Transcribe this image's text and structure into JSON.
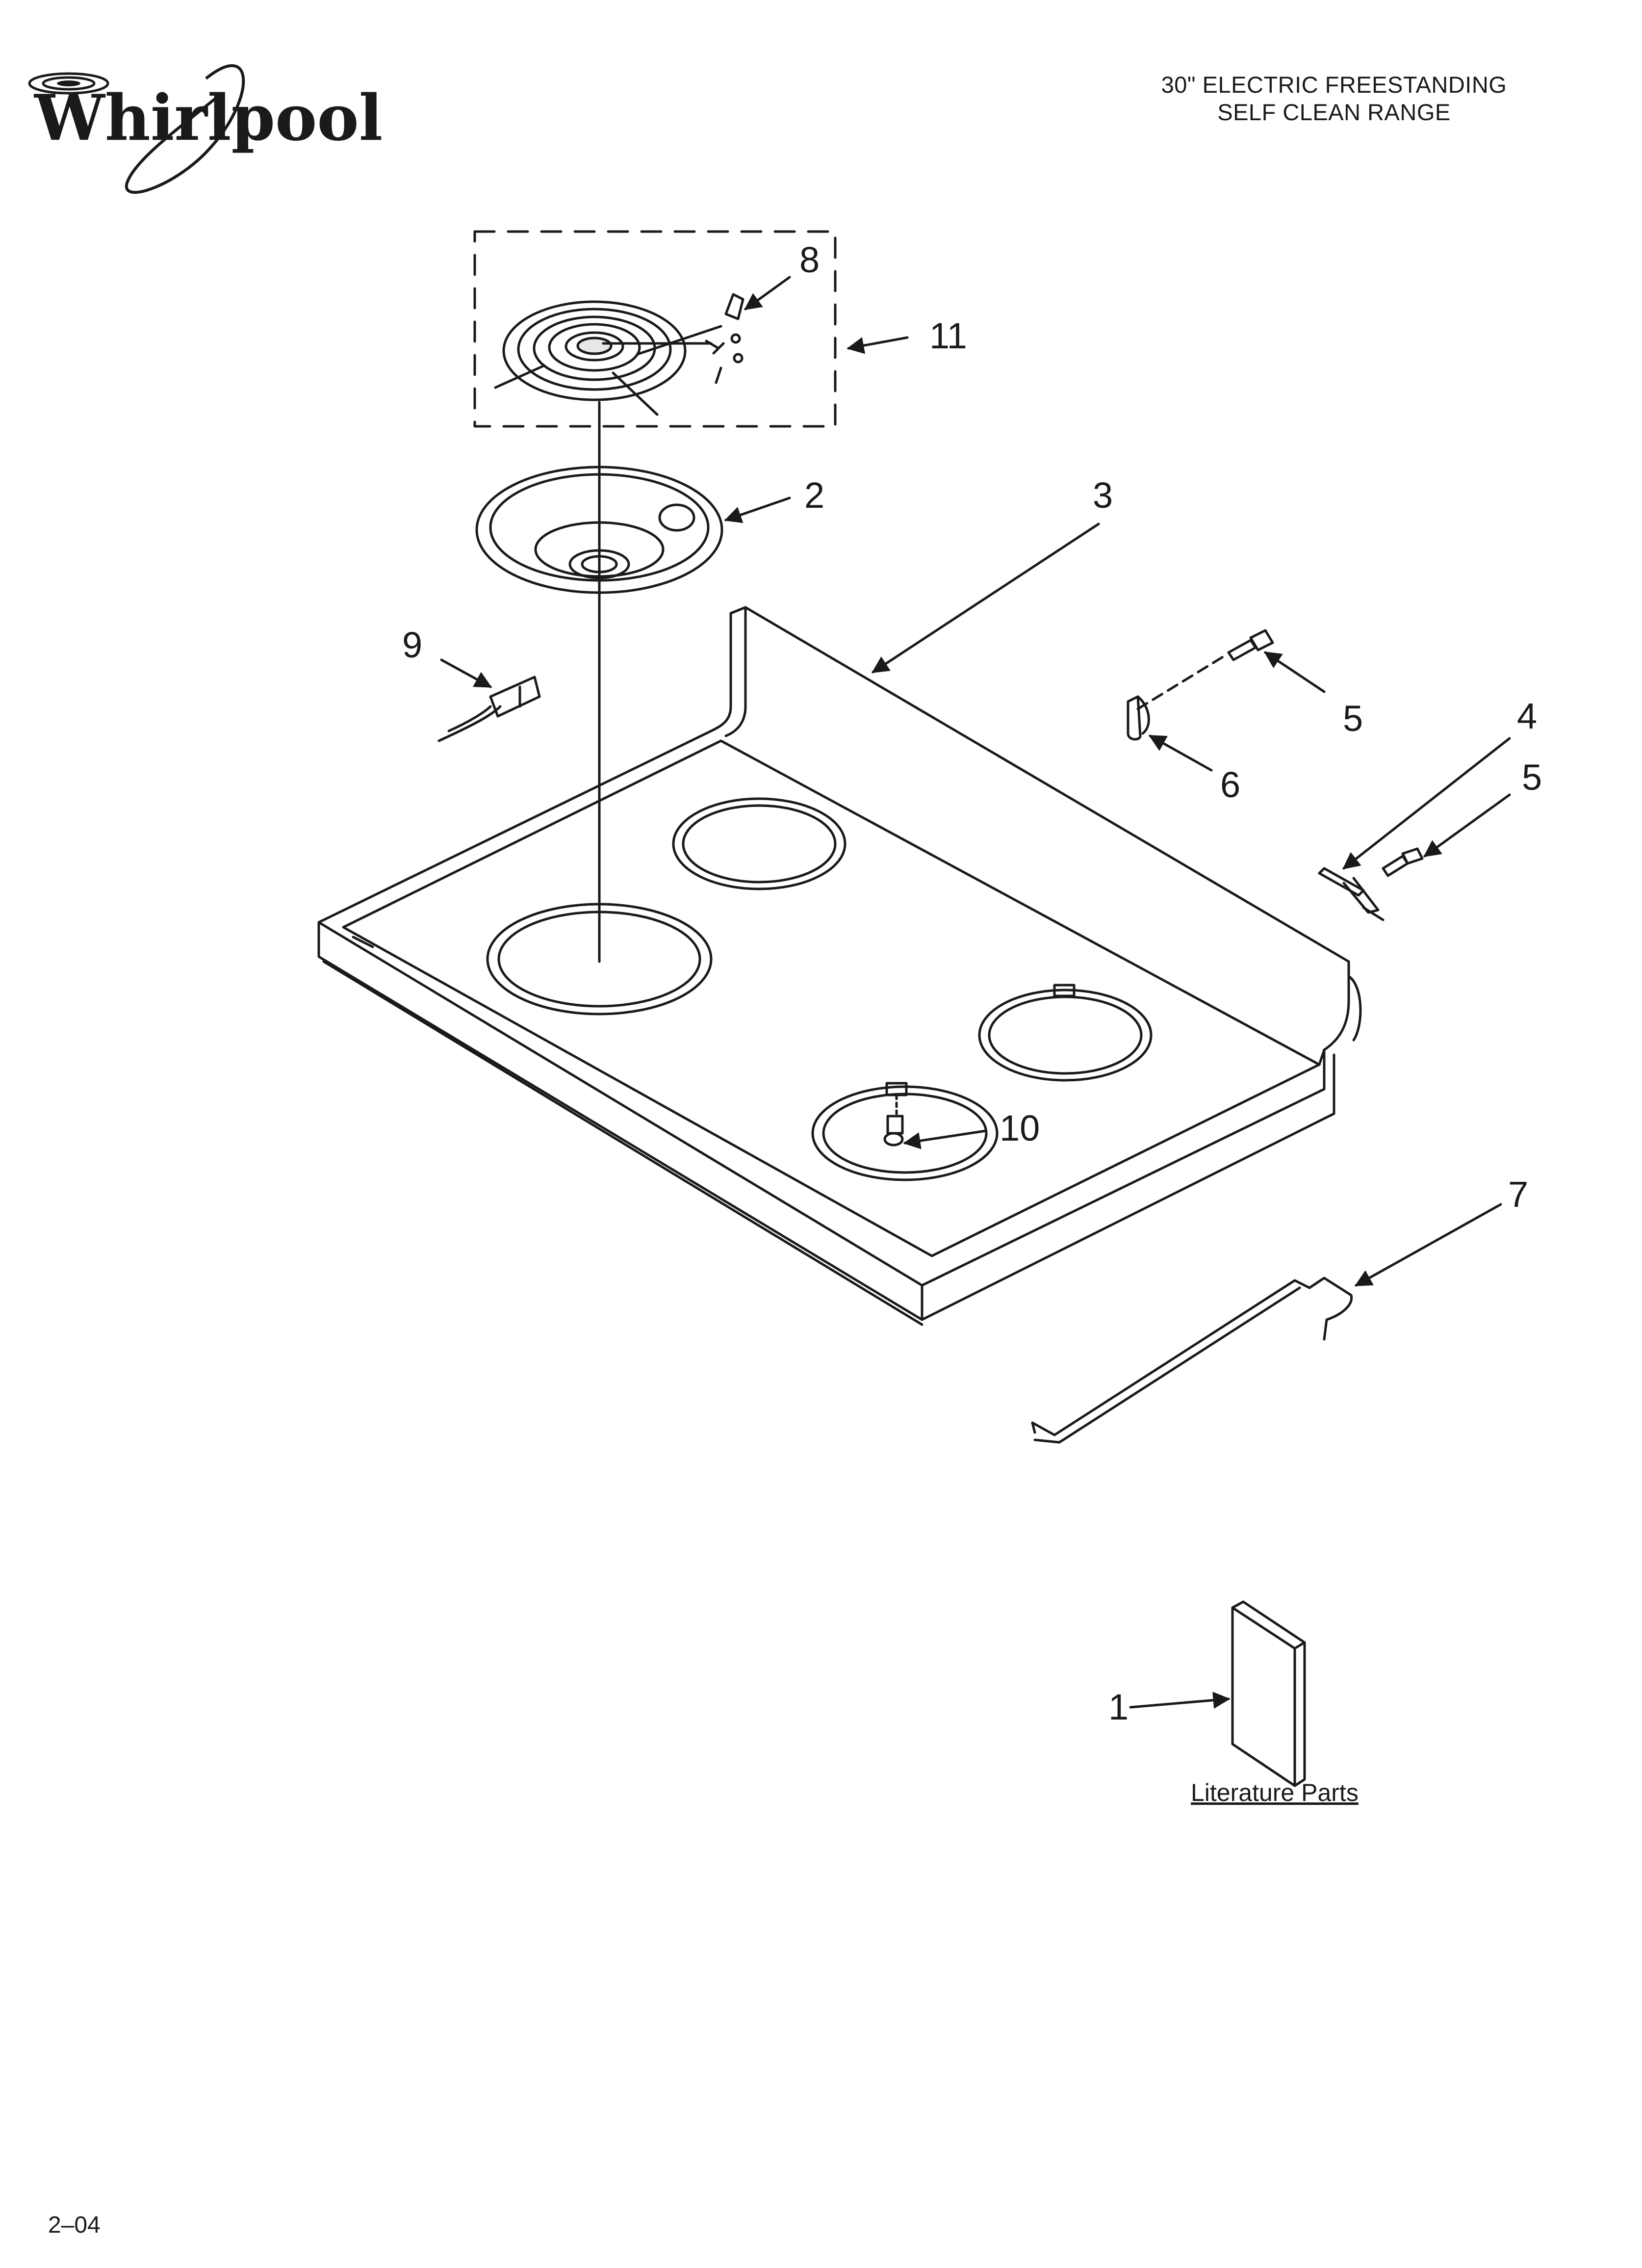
{
  "header": {
    "brand": "Whirlpool",
    "title_line1": "30\" ELECTRIC FREESTANDING",
    "title_line2": "SELF CLEAN RANGE"
  },
  "callouts": {
    "c1": "1",
    "c2": "2",
    "c3": "3",
    "c4": "4",
    "c5a": "5",
    "c5b": "5",
    "c6": "6",
    "c7": "7",
    "c8": "8",
    "c9": "9",
    "c10": "10",
    "c11": "11"
  },
  "literature_label": "Literature Parts",
  "footer": {
    "page_code": "2–04"
  },
  "colors": {
    "line": "#1a1a1a",
    "background": "#ffffff"
  }
}
